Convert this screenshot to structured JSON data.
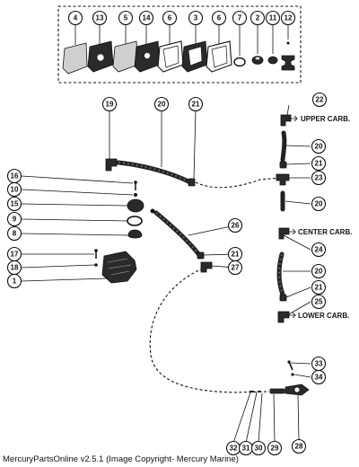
{
  "callouts": {
    "c1": "1",
    "c2": "2",
    "c3": "3",
    "c4": "4",
    "c5": "5",
    "c6a": "6",
    "c6b": "6",
    "c7": "7",
    "c8": "8",
    "c9": "9",
    "c10": "10",
    "c11": "11",
    "c12": "12",
    "c13": "13",
    "c14": "14",
    "c15": "15",
    "c16": "16",
    "c17": "17",
    "c18": "18",
    "c19": "19",
    "c20a": "20",
    "c20b": "20",
    "c20c": "20",
    "c20d": "20",
    "c21a": "21",
    "c21b": "21",
    "c21c": "21",
    "c21d": "21",
    "c22": "22",
    "c23": "23",
    "c24": "24",
    "c25": "25",
    "c26": "26",
    "c27": "27",
    "c28": "28",
    "c29": "29",
    "c30": "30",
    "c31": "31",
    "c32": "32",
    "c33": "33",
    "c34": "34"
  },
  "labels": {
    "upper_carb": "UPPER CARB.",
    "center_carb": "CENTER CARB.",
    "lower_carb": "LOWER CARB."
  },
  "footer": "MercuryPartsOnline v2.5.1 (Image Copyright- Mercury Marine)"
}
